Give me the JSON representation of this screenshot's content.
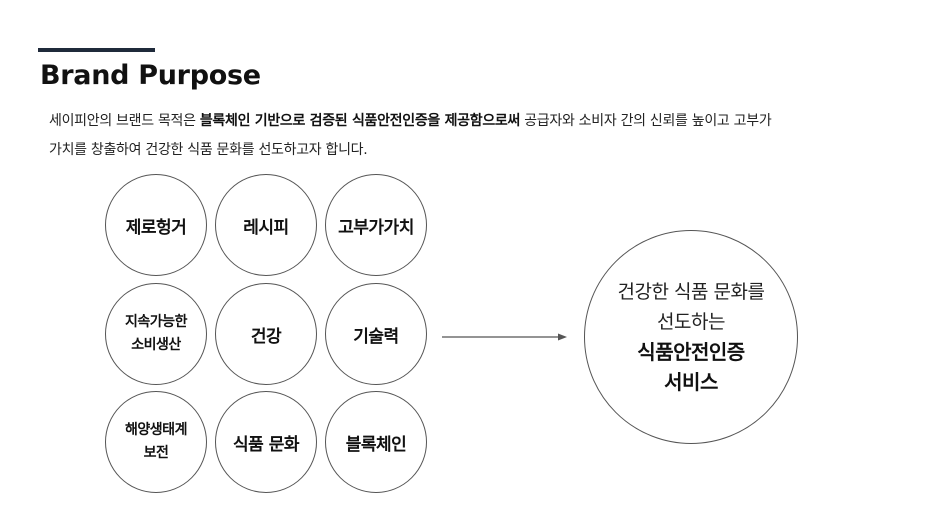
{
  "header": {
    "title": "Brand Purpose"
  },
  "description": {
    "part1": "세이피안의 브랜드 목적은 ",
    "bold": "블록체인 기반으로 검증된 식품안전인증을 제공함으로써",
    "part2": " 공급자와 소비자 간의 신뢰를 높이고 고부가",
    "line2": "가치를 창출하여 건강한 식품 문화를 선도하고자 합니다."
  },
  "values": [
    {
      "line1": "제로헝거",
      "line2": ""
    },
    {
      "line1": "레시피",
      "line2": ""
    },
    {
      "line1": "고부가가치",
      "line2": ""
    },
    {
      "line1": "지속가능한",
      "line2": "소비생산"
    },
    {
      "line1": "건강",
      "line2": ""
    },
    {
      "line1": "기술력",
      "line2": ""
    },
    {
      "line1": "해양생태계",
      "line2": "보전"
    },
    {
      "line1": "식품 문화",
      "line2": ""
    },
    {
      "line1": "블록체인",
      "line2": ""
    }
  ],
  "outcome": {
    "line1": "건강한 식품 문화를",
    "line2": "선도하는",
    "line3": "식품안전인증",
    "line4": "서비스"
  },
  "colors": {
    "accent_bar": "#1f2a3a",
    "circle_border": "#555555",
    "arrow": "#555555"
  }
}
